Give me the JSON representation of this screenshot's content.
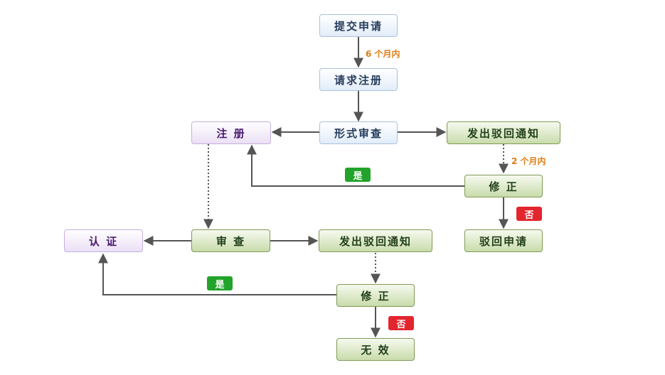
{
  "nodes": {
    "submit": "提交申请",
    "request_registration": "请求注册",
    "formal_review": "形式审查",
    "register": "注 册",
    "reject_notice_1": "发出驳回通知",
    "amend_1": "修 正",
    "reject_application": "驳回申请",
    "certify": "认 证",
    "review": "审 查",
    "reject_notice_2": "发出驳回通知",
    "amend_2": "修 正",
    "invalid": "无 效"
  },
  "labels": {
    "six_months": "6 个月内",
    "two_months": "2 个月内",
    "yes_1": "是",
    "no_1": "否",
    "yes_2": "是",
    "no_2": "否"
  },
  "colors": {
    "blue_node": "#e2edf9",
    "purple_node": "#ebdff5",
    "green_node": "#c9dcab",
    "yes_badge": "#22a32b",
    "no_badge": "#e3252d",
    "note_text": "#e07b12",
    "arrow": "#555555"
  }
}
